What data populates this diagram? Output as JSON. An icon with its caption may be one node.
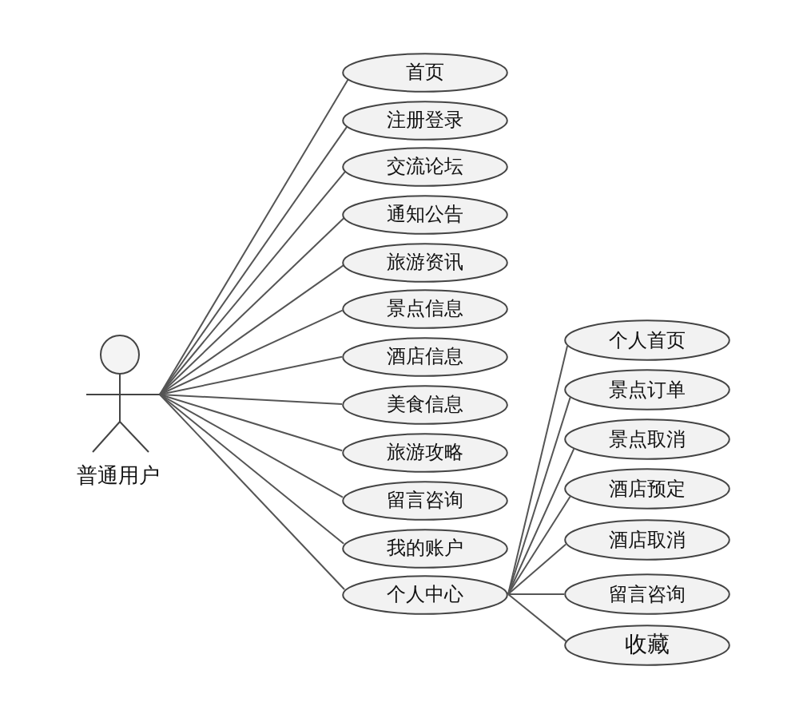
{
  "diagram": {
    "nodes": [
      {
        "text": [
          "普通用户"
        ]
      },
      {
        "text": [
          "首页"
        ]
      },
      {
        "text": [
          "注册登录"
        ]
      },
      {
        "text": [
          "交流论坛"
        ]
      },
      {
        "text": [
          "通知公告"
        ]
      },
      {
        "text": [
          "旅游资讯"
        ]
      },
      {
        "text": [
          "景点信息"
        ]
      },
      {
        "text": [
          "酒店信息"
        ]
      },
      {
        "text": [
          "美食信息"
        ]
      },
      {
        "text": [
          "旅游攻略"
        ]
      },
      {
        "text": [
          "留言咨询"
        ]
      },
      {
        "text": [
          "我的账户"
        ]
      },
      {
        "text": [
          "个人中心"
        ]
      },
      {
        "text": [
          "个人首页"
        ]
      },
      {
        "text": [
          "景点订单"
        ]
      },
      {
        "text": [
          "景点取消"
        ]
      },
      {
        "text": [
          "酒店预定"
        ]
      },
      {
        "text": [
          "酒店取消"
        ]
      },
      {
        "text": [
          "留言咨询"
        ]
      },
      {
        "text": [
          "收藏"
        ]
      }
    ],
    "edges": [
      {
        "from": 0,
        "to": 1,
        "arrow": "none"
      },
      {
        "from": 0,
        "to": 2,
        "arrow": "none"
      },
      {
        "from": 0,
        "to": 3,
        "arrow": "none"
      },
      {
        "from": 0,
        "to": 4,
        "arrow": "none"
      },
      {
        "from": 0,
        "to": 5,
        "arrow": "none"
      },
      {
        "from": 0,
        "to": 6,
        "arrow": "none"
      },
      {
        "from": 0,
        "to": 7,
        "arrow": "none"
      },
      {
        "from": 0,
        "to": 8,
        "arrow": "none"
      },
      {
        "from": 0,
        "to": 9,
        "arrow": "none"
      },
      {
        "from": 0,
        "to": 10,
        "arrow": "none"
      },
      {
        "from": 0,
        "to": 11,
        "arrow": "none"
      },
      {
        "from": 0,
        "to": 12,
        "arrow": "none"
      },
      {
        "from": 12,
        "to": 13,
        "arrow": "none"
      },
      {
        "from": 12,
        "to": 14,
        "arrow": "none"
      },
      {
        "from": 12,
        "to": 15,
        "arrow": "none"
      },
      {
        "from": 12,
        "to": 16,
        "arrow": "none"
      },
      {
        "from": 12,
        "to": 17,
        "arrow": "none"
      },
      {
        "from": 12,
        "to": 18,
        "arrow": "none"
      },
      {
        "from": 12,
        "to": 19,
        "arrow": "none"
      }
    ]
  }
}
